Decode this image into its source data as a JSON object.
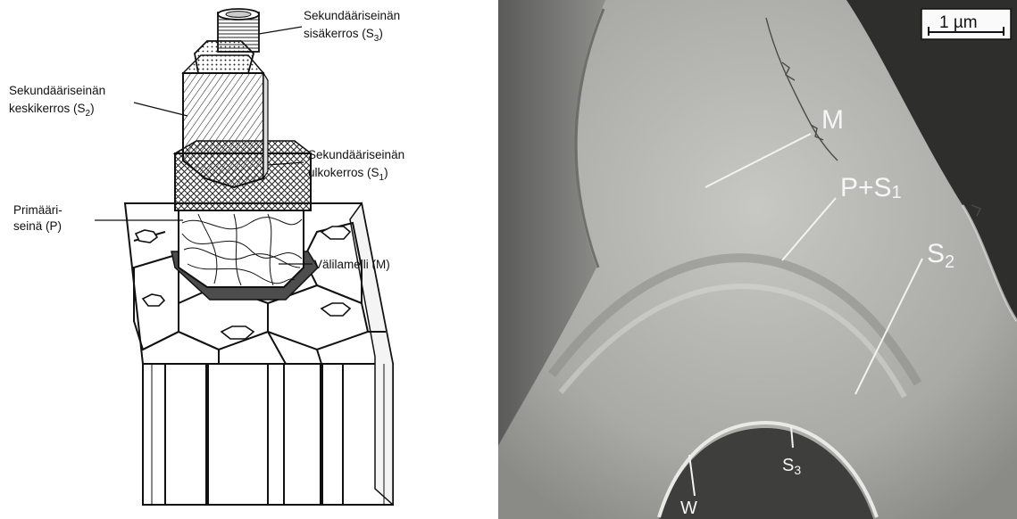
{
  "diagram": {
    "labels": {
      "s3_line1": "Sekundääriseinän",
      "s3_line2": "sisäkerros (S",
      "s3_sub": "3",
      "s2_line1": "Sekundääriseinän",
      "s2_line2": "keskikerros (S",
      "s2_sub": "2",
      "s1_line1": "Sekundääriseinän",
      "s1_line2": "ulkokerros (S",
      "s1_sub": "1",
      "p_line1": "Primääri-",
      "p_line2": "seinä (P)",
      "m_label": "Välilamelli (M)"
    }
  },
  "micrograph": {
    "scale_bar": "1  µm",
    "labels": {
      "m": "M",
      "ps1_main": "P+S",
      "ps1_sub": "1",
      "s2_main": "S",
      "s2_sub": "2",
      "s3_main": "S",
      "s3_sub": "3",
      "w": "W"
    }
  },
  "colors": {
    "ink": "#111111",
    "paper": "#ffffff",
    "micrograph_base": "#6e6e6c",
    "micrograph_wall": "#b9b9b5",
    "micrograph_lumen": "#3e3e3c"
  }
}
